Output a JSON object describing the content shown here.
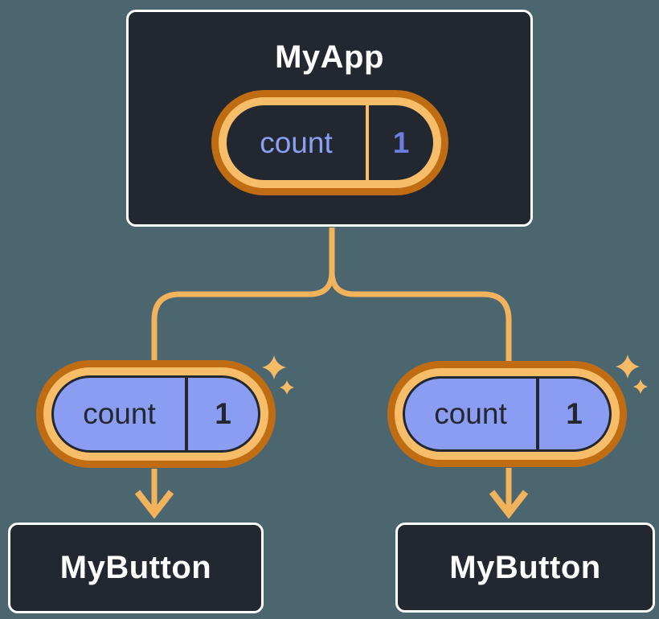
{
  "diagram": {
    "description": "React component tree sharing state: root component passes count state down to two child buttons",
    "root": {
      "title": "MyApp",
      "state": {
        "label": "count",
        "value": "1"
      }
    },
    "children": [
      {
        "title": "MyButton",
        "state": {
          "label": "count",
          "value": "1"
        }
      },
      {
        "title": "MyButton",
        "state": {
          "label": "count",
          "value": "1"
        }
      }
    ]
  },
  "icons": {
    "sparkle": "✦"
  },
  "colors": {
    "background": "#4C6670",
    "component_box_bg": "#23272F",
    "component_box_border": "#FFFFFF",
    "component_title_text": "#FFFFFF",
    "pill_ring_outer": "#C06C12",
    "pill_ring_inner": "#F7BD69",
    "root_pill_fill": "#23272F",
    "root_pill_label_text": "#8BA0F2",
    "root_pill_value_text": "#6E7EDF",
    "child_pill_fill": "#8B9CF3",
    "child_pill_text": "#23272F",
    "connector_line": "#F2B35C",
    "sparkle": "#F6BB64"
  }
}
